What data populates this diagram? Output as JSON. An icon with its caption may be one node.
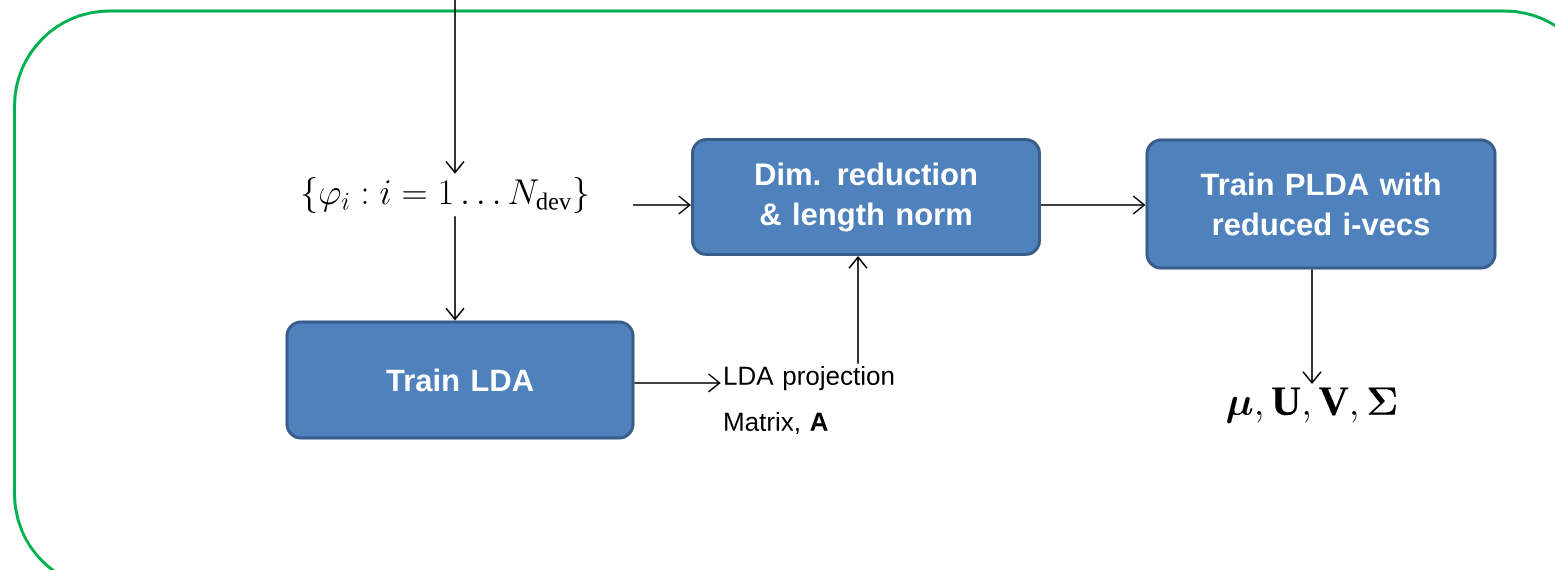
{
  "diagram": {
    "nodes": [
      {
        "text": [],
        "shape": "box"
      },
      {
        "text": [
          "\\left\\{\\varphi_i : i = 1 \\ldots N_{\\mathrm{dev}}\\right\\}"
        ],
        "in": 0
      },
      {
        "text": [
          "Dim. reduction & length norm"
        ],
        "in": 0
      },
      {
        "text": [
          "Train PLDA with reduced i-vecs"
        ],
        "in": 0
      },
      {
        "text": [
          "Train LDA"
        ],
        "in": 0
      },
      {
        "text": [
          "LDA projection Matrix, **A**"
        ],
        "in": 0
      },
      {
        "text": [
          "\\boldsymbol{\\mu}, \\mathbf{U}, \\mathbf{V}, \\boldsymbol{\\Sigma}"
        ],
        "in": 0
      }
    ],
    "edges": [
      {
        "from": null,
        "to": 1,
        "arrow": "to"
      },
      {
        "from": 1,
        "to": 2,
        "arrow": "to"
      },
      {
        "from": 2,
        "to": 3,
        "arrow": "to"
      },
      {
        "from": 3,
        "to": 6,
        "arrow": "to"
      },
      {
        "from": 1,
        "to": 4,
        "arrow": "to"
      },
      {
        "from": 4,
        "to": 5,
        "arrow": "to"
      },
      {
        "from": 5,
        "to": 2,
        "arrow": "to"
      }
    ]
  }
}
